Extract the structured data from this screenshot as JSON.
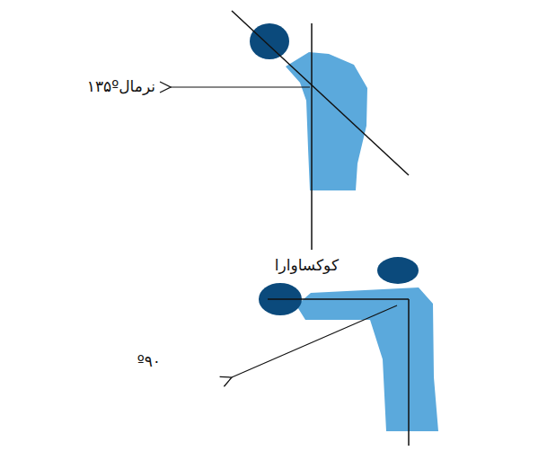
{
  "diagram": {
    "labels": [
      "۱۳۵ºنرمال",
      "کوکساوارا",
      "º۹۰"
    ]
  }
}
